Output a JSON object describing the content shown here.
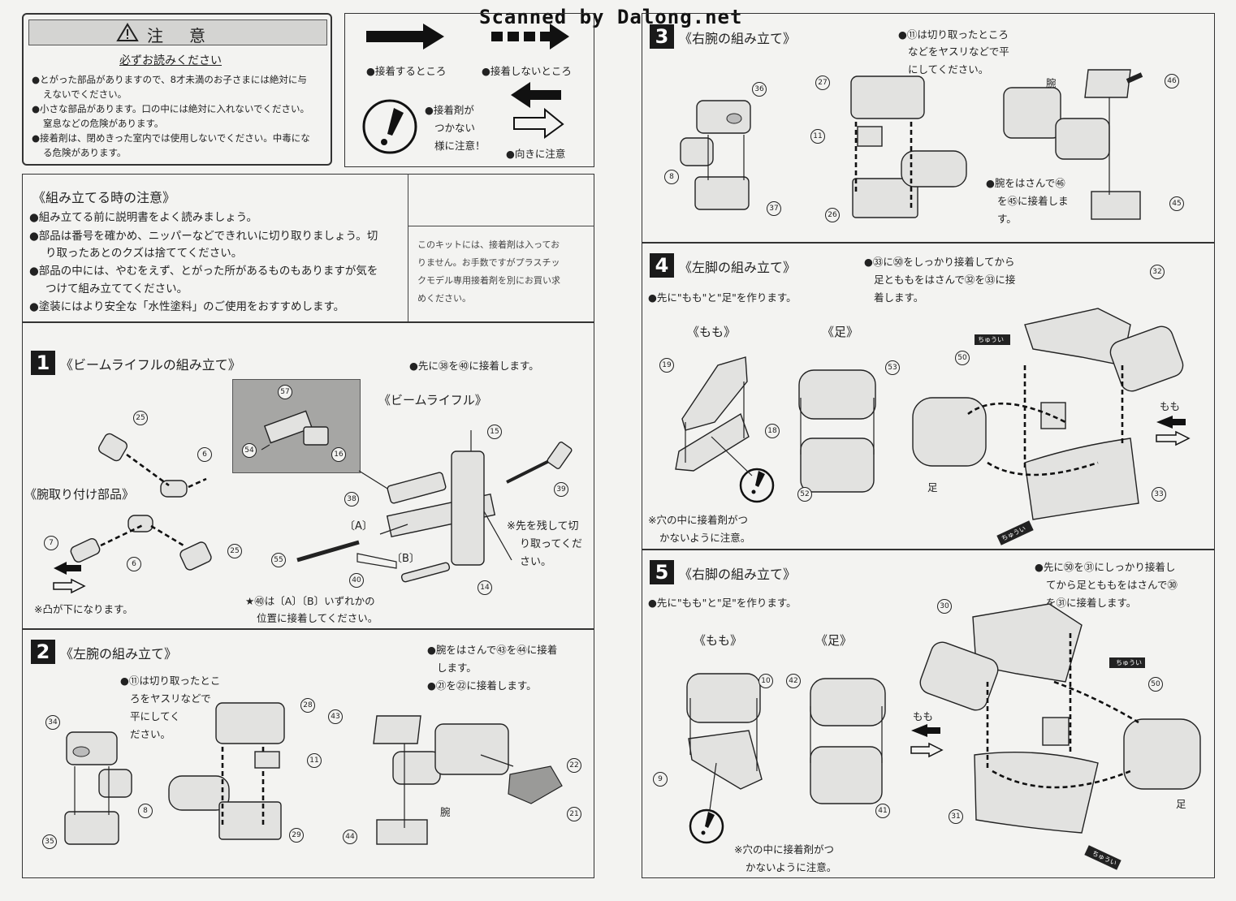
{
  "watermark": "Scanned by Dalong.net",
  "caution": {
    "title": "注　意",
    "subtitle": "必ずお読みください",
    "items": [
      "●とがった部品がありますので、8才未満のお子さまには絶対に与",
      "えないでください。",
      "●小さな部品があります。口の中には絶対に入れないでください。",
      "窒息などの危険があります。",
      "●接着剤は、閉めきった室内では使用しないでください。中毒にな",
      "る危険があります。"
    ]
  },
  "legend": {
    "glue": "●接着するところ",
    "noglue": "●接着しないところ",
    "warn1": "●接着剤が",
    "warn2": "つかない",
    "warn3": "様に注意！",
    "direction": "●向きに注意"
  },
  "assembly_notes": {
    "title": "《組み立てる時の注意》",
    "items": [
      "●組み立てる前に説明書をよく読みましょう。",
      "●部品は番号を確かめ、ニッパーなどできれいに切り取りましょう。切",
      "り取ったあとのクズは捨ててください。",
      "●部品の中には、やむをえず、とがった所があるものもありますが気を",
      "つけて組み立ててください。",
      "●塗装にはより安全な「水性塗料」のご使用をおすすめします。"
    ],
    "side_note": [
      "このキットには、接着剤は入ってお",
      "りません。お手数ですがプラスチッ",
      "クモデル専用接着剤を別にお買い求",
      "めください。"
    ]
  },
  "step1": {
    "num": "1",
    "title": "《ビームライフルの組み立て》",
    "note": "●先に㊳を㊵に接着します。",
    "arm_parts": "《腕取り付け部品》",
    "rifle": "《ビームライフル》",
    "a": "〔A〕",
    "b": "〔B〕",
    "cut_note": [
      "※先を残して切",
      "り取ってくだ",
      "さい。"
    ],
    "bump_note": "※凸が下になります。",
    "star_note": [
      "★㊵は〔A〕〔B〕いずれかの",
      "位置に接着してください。"
    ],
    "parts": [
      "25",
      "6",
      "7",
      "6",
      "25",
      "57",
      "54",
      "16",
      "15",
      "38",
      "39",
      "55",
      "40",
      "14"
    ]
  },
  "step2": {
    "num": "2",
    "title": "《左腕の組み立て》",
    "note1": [
      "●腕をはさんで㊸を㊹に接着",
      "します。"
    ],
    "note2": "●㉑を㉒に接着します。",
    "note3": [
      "●⑪は切り取ったとこ",
      "ろをヤスリなどで",
      "平にしてく",
      "ださい。"
    ],
    "arm": "腕",
    "parts": [
      "34",
      "8",
      "35",
      "28",
      "11",
      "29",
      "43",
      "44",
      "22",
      "21"
    ]
  },
  "step3": {
    "num": "3",
    "title": "《右腕の組み立て》",
    "note1": [
      "●⑪は切り取ったところ",
      "などをヤスリなどで平",
      "にしてください。"
    ],
    "note2": [
      "●腕をはさんで㊻",
      "を㊺に接着しま",
      "す。"
    ],
    "arm": "腕",
    "parts": [
      "36",
      "8",
      "37",
      "27",
      "11",
      "26",
      "46",
      "45"
    ]
  },
  "step4": {
    "num": "4",
    "title": "《左脚の組み立て》",
    "pre": "●先に\"もも\"と\"足\"を作ります。",
    "momo": "《もも》",
    "ashi": "《足》",
    "note": [
      "●㉝に㊿をしっかり接着してから",
      "足とももをはさんで㉜を㉝に接",
      "着します。"
    ],
    "hole_note": [
      "※穴の中に接着剤がつ",
      "かないように注意。"
    ],
    "chuui": "ちゅうい",
    "momo_label": "もも",
    "ashi_label": "足",
    "parts": [
      "19",
      "18",
      "53",
      "52",
      "32",
      "50",
      "33"
    ]
  },
  "step5": {
    "num": "5",
    "title": "《右脚の組み立て》",
    "pre": "●先に\"もも\"と\"足\"を作ります。",
    "momo": "《もも》",
    "ashi": "《足》",
    "note": [
      "●先に㊿を㉛にしっかり接着し",
      "てから足とももをはさんで㉚",
      "を㉛に接着します。"
    ],
    "hole_note": [
      "※穴の中に接着剤がつ",
      "かないように注意。"
    ],
    "chuui": "ちゅうい",
    "momo_label": "もも",
    "ashi_label": "足",
    "parts": [
      "10",
      "42",
      "9",
      "41",
      "30",
      "50",
      "31"
    ]
  }
}
